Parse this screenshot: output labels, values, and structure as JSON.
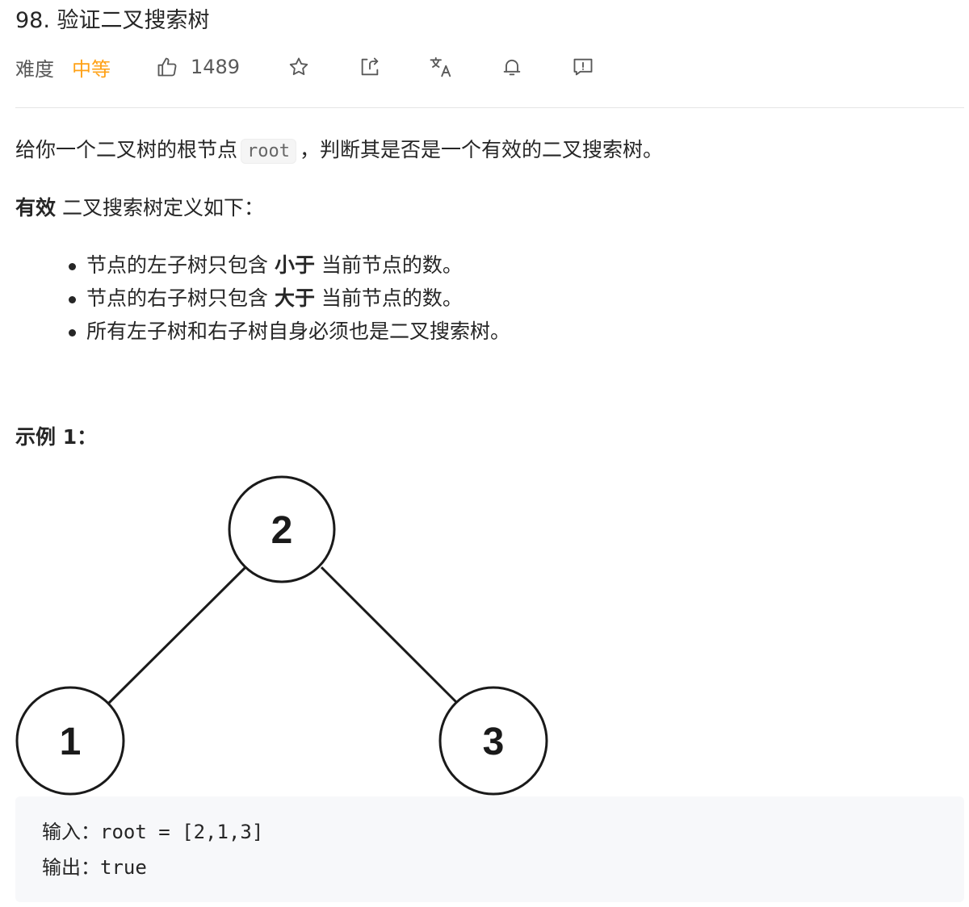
{
  "problem": {
    "title": "98. 验证二叉搜索树",
    "difficulty_label": "难度",
    "difficulty_value": "中等",
    "likes": "1489"
  },
  "icons": [
    "thumbs-up-icon",
    "star-icon",
    "share-icon",
    "translate-icon",
    "bell-icon",
    "feedback-icon"
  ],
  "colors": {
    "difficulty_medium": "#ffa116",
    "code_bg": "#f7f8fa"
  },
  "description": {
    "intro_before": "给你一个二叉树的根节点",
    "intro_code": "root",
    "intro_after": "，判断其是否是一个有效的二叉搜索树。",
    "def_bold": "有效",
    "def_rest": " 二叉搜索树定义如下：",
    "rules": [
      {
        "before": "节点的左子树只包含 ",
        "bold": "小于",
        "after": " 当前节点的数。"
      },
      {
        "before": "节点的右子树只包含 ",
        "bold": "大于",
        "after": " 当前节点的数。"
      },
      {
        "before": "所有左子树和右子树自身必须也是二叉搜索树。",
        "bold": "",
        "after": ""
      }
    ]
  },
  "example": {
    "title": "示例 1：",
    "tree": {
      "root": "2",
      "left": "1",
      "right": "3"
    },
    "input_line": "输入：root = [2,1,3]",
    "output_line": "输出：true"
  }
}
